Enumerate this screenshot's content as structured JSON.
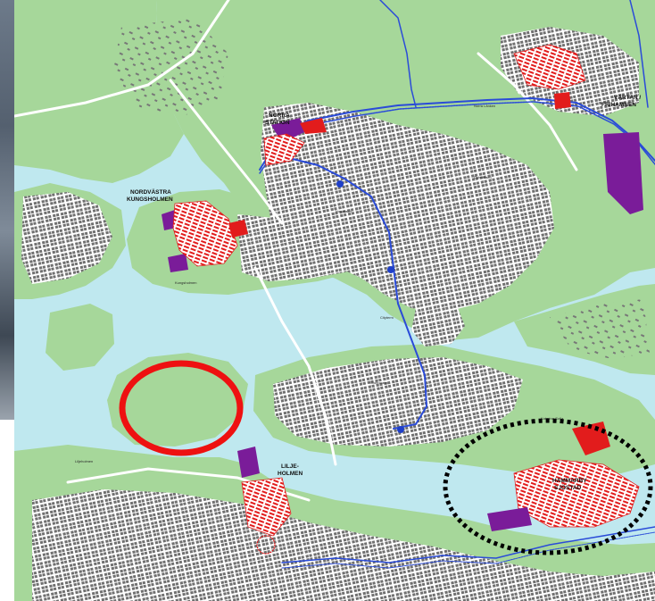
{
  "map": {
    "districts": [
      {
        "id": "norra-station",
        "lines": [
          "NORRA",
          "STATION"
        ]
      },
      {
        "id": "nordvastra-kungsholmen",
        "lines": [
          "NORDVÄSTRA",
          "KUNGSHOLMEN"
        ]
      },
      {
        "id": "vartan-frihamnen",
        "lines": [
          "VÄRTAN /",
          "FRIHAMNEN"
        ]
      },
      {
        "id": "lilje-holmen",
        "lines": [
          "LILJE-",
          "HOLMEN"
        ]
      },
      {
        "id": "hammarby-sjostad",
        "lines": [
          "HAMMARBY",
          "SJÖSTAD"
        ]
      }
    ],
    "annotations": [
      {
        "shape": "ellipse",
        "style": "solid",
        "color": "#ee1111"
      },
      {
        "shape": "ellipse",
        "style": "dotted",
        "color": "#000000"
      }
    ],
    "colors": {
      "water": "#bfe8ef",
      "land": "#ffffff",
      "green": "#a6d79a",
      "blocks": "#6f6f6f",
      "development_red": "#e21c1c",
      "development_purple": "#7a1c99",
      "transit": "#2a4bd8"
    }
  }
}
